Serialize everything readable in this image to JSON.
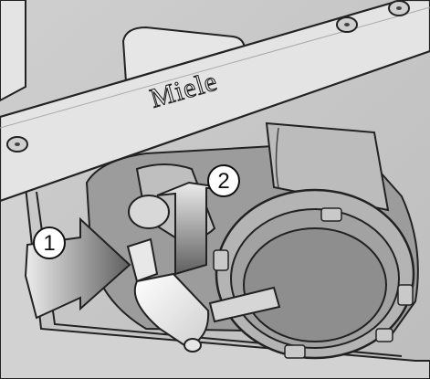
{
  "illustration": {
    "brand_text": "Miele",
    "callouts": [
      {
        "number": "1",
        "meaning": "push-clip-inward"
      },
      {
        "number": "2",
        "meaning": "lift-upward"
      }
    ],
    "colors": {
      "outline": "#222222",
      "background_light": "#d8d8d8",
      "recess_dark": "#9a9a9a",
      "arrow_light": "#e8e8e8",
      "arrow_dark": "#6e6e6e"
    }
  }
}
